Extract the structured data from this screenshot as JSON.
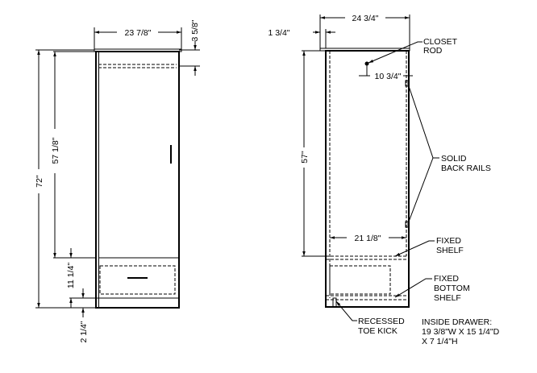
{
  "front_view": {
    "width_dim": "23 7/8\"",
    "top_rail_dim": "3 5/8\"",
    "height_dim": "72\"",
    "door_height_dim": "57 1/8\"",
    "drawer_height_dim": "11 1/4\"",
    "toe_kick_dim": "2 1/4\""
  },
  "side_view": {
    "depth_dim": "24 3/4\"",
    "top_overhang_dim": "1 3/4\"",
    "rod_offset_dim": "10 3/4\"",
    "interior_height_dim": "57\"",
    "shelf_depth_dim": "21 1/8\"",
    "labels": {
      "closet_rod": [
        "CLOSET",
        "ROD"
      ],
      "solid_back_rails": [
        "SOLID",
        "BACK  RAILS"
      ],
      "fixed_shelf": [
        "FIXED",
        "SHELF"
      ],
      "fixed_bottom_shelf": [
        "FIXED",
        "BOTTOM",
        "SHELF"
      ],
      "recessed_toe_kick": [
        "RECESSED",
        "TOE  KICK"
      ]
    },
    "inside_drawer": [
      "INSIDE  DRAWER:",
      "19  3/8\"W  X  15  1/4\"D",
      "X  7  1/4\"H"
    ]
  }
}
